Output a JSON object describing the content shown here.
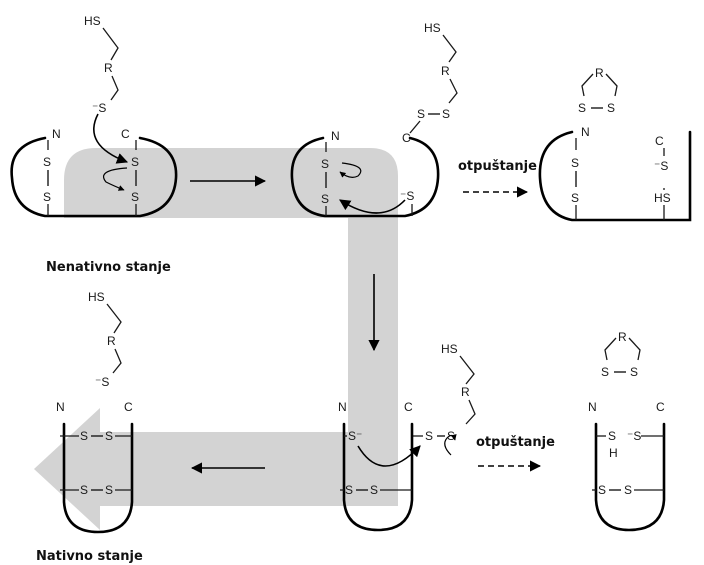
{
  "colors": {
    "band": "#d3d3d3",
    "ink": "#000000"
  },
  "atoms": {
    "hs": "HS",
    "r": "R",
    "s": "S",
    "s_minus": "⁻S",
    "s_minus_right": "S⁻",
    "n": "N",
    "c": "C",
    "h": "H",
    "bond": "–"
  },
  "labels": {
    "release_top": "otpuštanje",
    "release_bottom": "otpuštanje",
    "nonnative": "Nenativno stanje",
    "native": "Nativno stanje"
  }
}
